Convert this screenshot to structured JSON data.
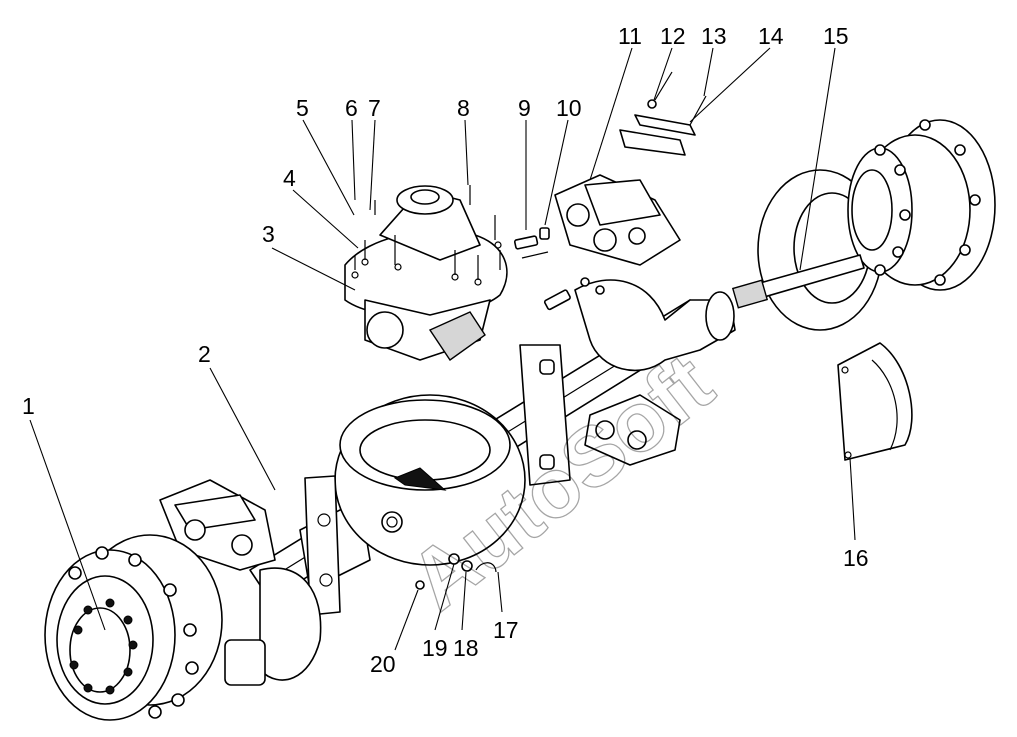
{
  "watermark": "AutoSoft",
  "callouts": [
    {
      "id": "callout-1",
      "text": "1"
    },
    {
      "id": "callout-2",
      "text": "2"
    },
    {
      "id": "callout-3",
      "text": "3"
    },
    {
      "id": "callout-4",
      "text": "4"
    },
    {
      "id": "callout-5",
      "text": "5"
    },
    {
      "id": "callout-6",
      "text": "6"
    },
    {
      "id": "callout-7",
      "text": "7"
    },
    {
      "id": "callout-8",
      "text": "8"
    },
    {
      "id": "callout-9",
      "text": "9"
    },
    {
      "id": "callout-10",
      "text": "10"
    },
    {
      "id": "callout-11",
      "text": "11"
    },
    {
      "id": "callout-12",
      "text": "12"
    },
    {
      "id": "callout-13",
      "text": "13"
    },
    {
      "id": "callout-14",
      "text": "14"
    },
    {
      "id": "callout-15",
      "text": "15"
    },
    {
      "id": "callout-16",
      "text": "16"
    },
    {
      "id": "callout-17",
      "text": "17"
    },
    {
      "id": "callout-18",
      "text": "18"
    },
    {
      "id": "callout-19",
      "text": "19"
    },
    {
      "id": "callout-20",
      "text": "20"
    }
  ]
}
